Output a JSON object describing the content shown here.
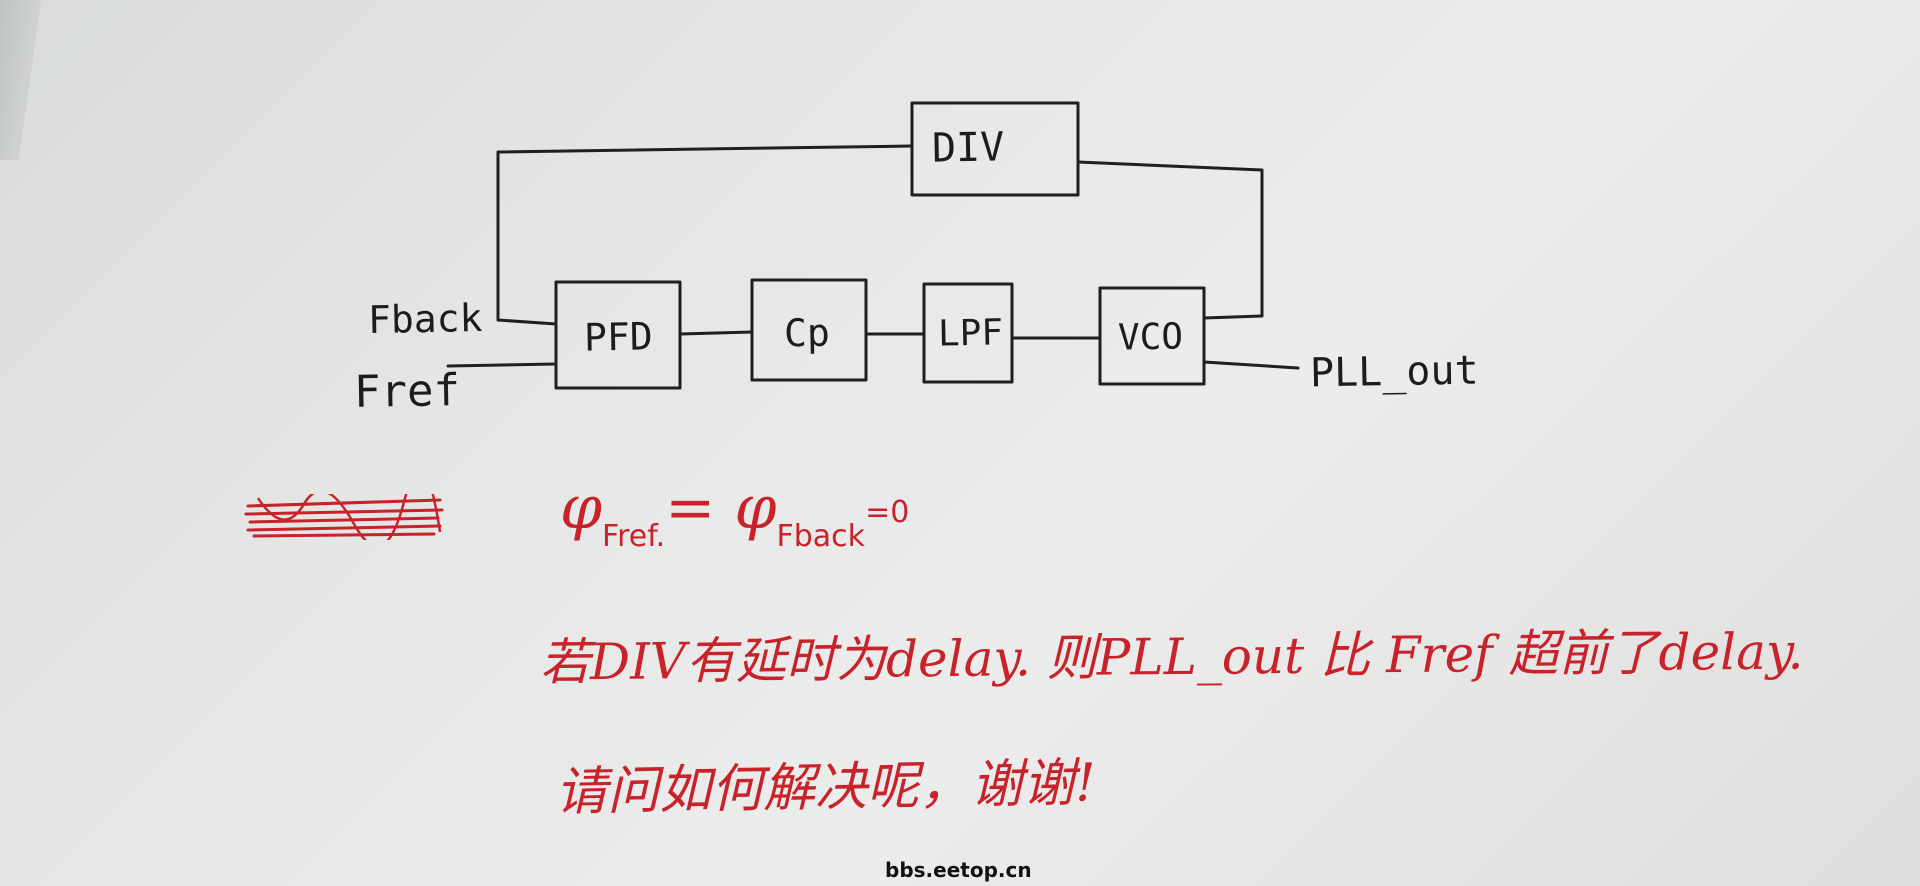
{
  "blocks": {
    "div": "DIV",
    "pfd": "PFD",
    "cp": "Cp",
    "lpf": "LPF",
    "vco": "VCO"
  },
  "signals": {
    "fback": "Fback",
    "fref": "Fref",
    "pll_out": "PLL_out"
  },
  "notes": {
    "equation_main": "φ",
    "equation_sub1": "Fref.",
    "equation_mid": "= φ",
    "equation_sub2": "Fback",
    "equation_end": "=0",
    "line1": "若DIV有延时为delay. 则PLL_out 比 Fref 超前了delay.",
    "line2": "请问如何解决呢，谢谢!"
  },
  "watermark": "bbs.eetop.cn",
  "colors": {
    "paper": "#e6e8e7",
    "ink_black": "#1f1f1f",
    "ink_red": "#c8232b"
  }
}
